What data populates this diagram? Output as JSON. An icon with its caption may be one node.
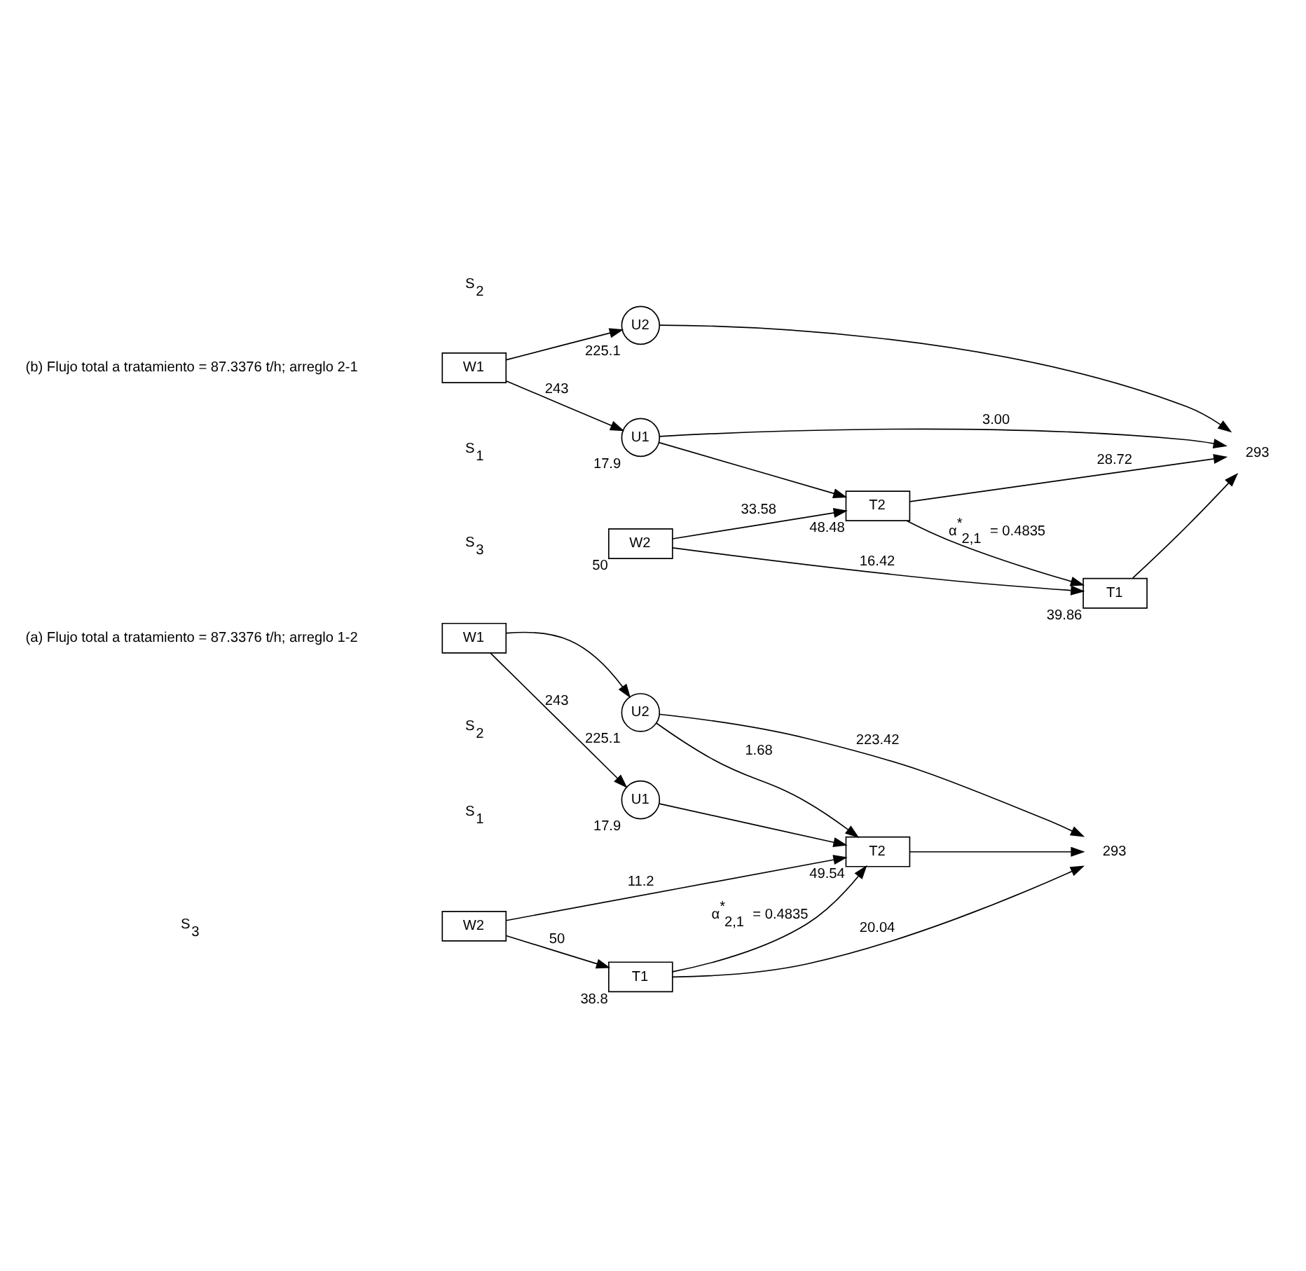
{
  "diagram": {
    "nodes": [
      {
        "text": [
          "W1"
        ]
      },
      {
        "text": [
          "U1"
        ],
        "beside": [
          "17.9"
        ]
      },
      {
        "text": [
          "U2"
        ],
        "beside": [
          "225.1"
        ]
      },
      {
        "text": [
          "W2"
        ]
      },
      {
        "text": [
          "T2"
        ],
        "beside": [
          "49.54"
        ]
      },
      {
        "text": [
          "T1"
        ],
        "beside": [
          "38.8"
        ]
      },
      {
        "text": [
          "293"
        ]
      },
      {
        "text": [
          "W1"
        ]
      },
      {
        "text": [
          "U1"
        ],
        "beside": [
          "17.9"
        ]
      },
      {
        "text": [
          "U2"
        ],
        "beside": [
          "225.1"
        ]
      },
      {
        "text": [
          "W2"
        ],
        "beside": [
          "50"
        ]
      },
      {
        "text": [
          "T2"
        ],
        "beside": [
          "48.48"
        ]
      },
      {
        "text": [
          "T1"
        ],
        "beside": [
          "39.86"
        ]
      },
      {
        "text": [
          "293"
        ]
      }
    ],
    "edges": [
      {
        "from": 0,
        "to": 1,
        "arrow": "to",
        "label": "243"
      },
      {
        "from": 0,
        "to": 2,
        "arrow": "to"
      },
      {
        "from": 1,
        "to": 4,
        "arrow": "to"
      },
      {
        "from": 2,
        "to": 4,
        "arrow": "to",
        "label": "1.68"
      },
      {
        "from": 3,
        "to": 4,
        "arrow": "to",
        "label": "11.2"
      },
      {
        "from": 5,
        "to": 4,
        "arrow": "to",
        "label": "α$^{*}$$_{2,1}$ = 0.4835"
      },
      {
        "from": 3,
        "to": 5,
        "arrow": "to",
        "label": "50"
      },
      {
        "from": 2,
        "to": 6,
        "arrow": "to",
        "label": "223.42"
      },
      {
        "from": 4,
        "to": 6,
        "arrow": "to"
      },
      {
        "from": 5,
        "to": 6,
        "arrow": "to",
        "label": "20.04"
      },
      {
        "from": 7,
        "to": 8,
        "arrow": "to",
        "label": "243"
      },
      {
        "from": 7,
        "to": 9,
        "arrow": "to"
      },
      {
        "from": 8,
        "to": 11,
        "arrow": "to"
      },
      {
        "from": 8,
        "to": 13,
        "arrow": "to",
        "label": "3.00"
      },
      {
        "from": 10,
        "to": 11,
        "arrow": "to",
        "label": "33.58"
      },
      {
        "from": 11,
        "to": 13,
        "arrow": "to",
        "label": "28.72"
      },
      {
        "from": 11,
        "to": 12,
        "arrow": "to",
        "label": "α$^{*}$$_{2,1}$ = 0.4835"
      },
      {
        "from": 10,
        "to": 12,
        "arrow": "to",
        "label": "16.42"
      },
      {
        "from": 9,
        "to": 13,
        "arrow": "to"
      },
      {
        "from": 12,
        "to": 13,
        "arrow": "to"
      }
    ],
    "labels": [
      "(a) Flujo total a tratamiento = 87.3376 t/h; arreglo 1-2",
      "S$_{1}$",
      "S$_{2}$",
      "S$_{3}$",
      "(b) Flujo total a tratamiento = 87.3376 t/h; arreglo 2-1",
      "S$_{1}$",
      "S$_{2}$",
      "S$_{3}$"
    ]
  }
}
